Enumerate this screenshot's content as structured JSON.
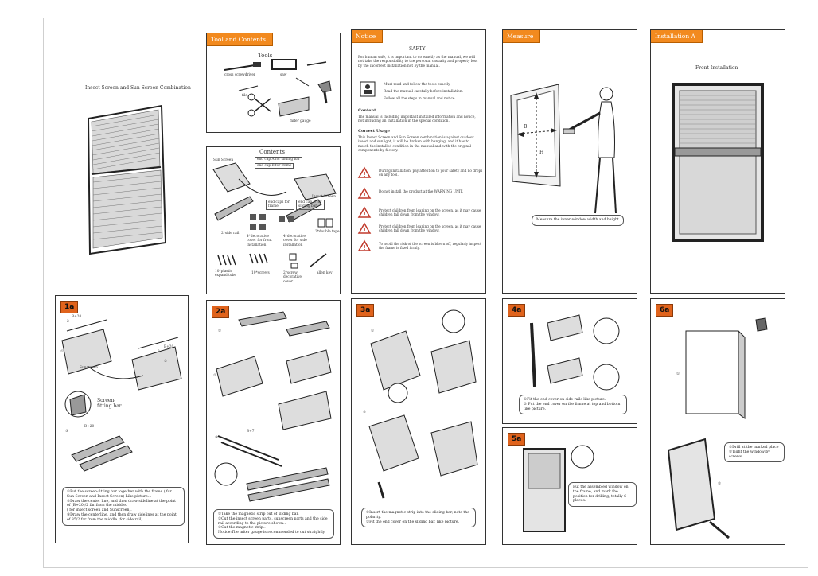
{
  "cover": {
    "title": "Insect Screen and Sun Screen Combination"
  },
  "tools_panel": {
    "tab": "Tool and Contents",
    "tools_heading": "Tools",
    "tool_labels": [
      "cross screwdriver",
      "saw",
      "file",
      "miter gauge"
    ]
  },
  "contents_panel": {
    "heading": "Contents",
    "labels": {
      "sun_screen": "Sun Screen",
      "end_cap_a": "end cap A for sliding bar",
      "end_cap_b": "end cap B for frame",
      "insect_screen": "Insect Screen",
      "end_caps_frame": "end caps for frame",
      "end_cap_sliding": "end cap B for sliding bar",
      "side_rail": "2*side rail",
      "decorative_cover_front": "4*decorative cover for front installation",
      "decorative_cover_side": "4*decorative cover for side installation",
      "double_tape": "2*double tape",
      "plastic_expand_tube": "10*plastic expand tube",
      "screws": "10*screws",
      "screw_cover": "2*screw decorative cover",
      "allen_key": "allen key"
    }
  },
  "notice_panel": {
    "tab": "Notice",
    "safety_heading": "SAFTY",
    "safety_text": "For human safe, it is important to do exactly as the manual, we will not take the responsibility to the personal casualty and property loss by the incorrect installation not by the manual.",
    "bullets": [
      "Must read and follow the tools exactly.",
      "Read the manual carefully before installation.",
      "Follow all the steps in manual and notice."
    ],
    "content_heading": "Content",
    "content_text": "The manual is including important installed information and notice, not including an installation in the special condition.",
    "usage_heading": "Correct Usage",
    "usage_text": "This Insect Screen and Sun Screen combination is against outdoor insect and sunlight, it will be broken with hanging, and it has to match the installed condition in the manual and with the original components by factory.",
    "warnings": [
      "During installation, pay attention to your safety and no drops on any tool.",
      "Do not install the product at the WARNING UNIT.",
      "Protect children from leaning on the screen, as it may cause children fall down from the window.",
      "Protect children from leaning on the screen, as it may cause children fall down from the window.",
      "To avoid the risk of the screen is blown off, regularly inspect the frame is fixed firmly."
    ]
  },
  "measure_panel": {
    "tab": "Measure",
    "label_b": "B",
    "label_h": "H",
    "caption": "Measure the inner-window width and height"
  },
  "install_panel": {
    "tab": "Installation A",
    "heading": "Front Installation"
  },
  "step_1a": {
    "badge": "1a",
    "top_label": "B+20",
    "top_label_2": "2",
    "right_label": "B+20",
    "right_label_2": "2",
    "sunscreen_label": "Sunscreen",
    "fitting_label": "Screen-fitting bar",
    "bottom_label": "B+20",
    "n1": "①",
    "n2": "②",
    "n3": "③",
    "instructions": [
      "①Put the screen-fitting bar together with the frame ( for Sun Screen and Insect Screen) Like picture...",
      "②Draw the center line, and then draw sideline at the point of (B+20)/2 far from the middle.",
      "( for insect screen and Sunscreen).",
      "③Draw the centerline, and then draw sidelines at the point of 85/2 far from the middle.(for side rail)"
    ]
  },
  "step_2a": {
    "badge": "2a",
    "n1": "①",
    "n2": "②",
    "n3": "③",
    "dim": "B+7",
    "instructions": [
      "①Take the magnetic strip out of sliding bar.",
      "②Cut the insect screen parts, sunscreen parts and the side rail according to the picture shown...",
      "③Cut the magnetic strip..",
      "Notice:The miter gauge is recommended to cut straightly."
    ]
  },
  "step_3a": {
    "badge": "3a",
    "n1": "①",
    "n2": "②",
    "instructions": [
      "①Insert the magnetic strip into the sliding bar, note the polarity.",
      "②Fit the end cover on the sliding bar, like picture."
    ]
  },
  "step_4a": {
    "badge": "4a",
    "instructions": [
      "①Fit the end cover on side rails like picture.",
      "② Put the end cover on the frame at top and bottom like picture."
    ]
  },
  "step_5a": {
    "badge": "5a",
    "instructions": [
      "Put the assembled window on the frame, and mark the position for drilling, totally 6 places."
    ]
  },
  "step_6a": {
    "badge": "6a",
    "n1": "①",
    "n2": "②",
    "instructions": [
      "①Drill at the marked place",
      "②Tight the window by screws."
    ]
  }
}
